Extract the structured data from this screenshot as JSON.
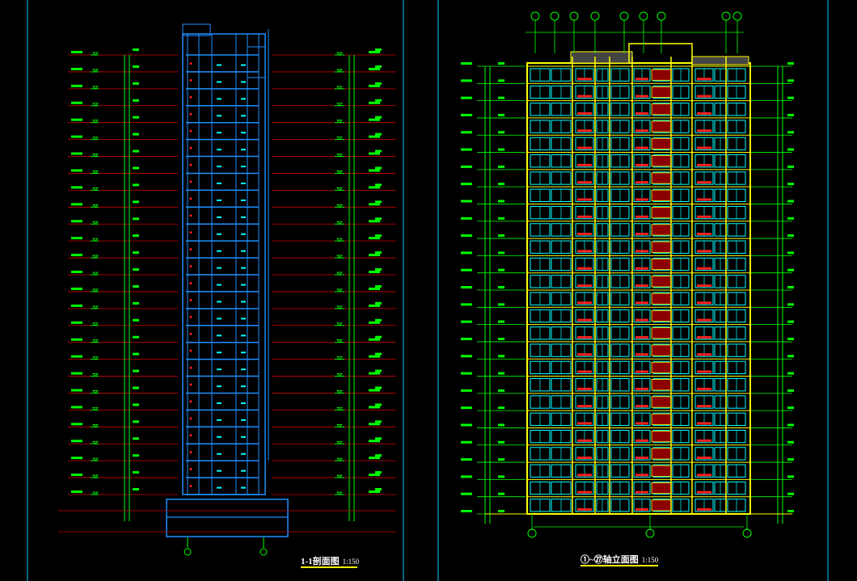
{
  "drawing": {
    "section_title": "1-1剖面图",
    "section_scale": "1:150",
    "elevation_title": "①~㉗轴立面图",
    "elevation_scale": "1:150",
    "floor_count": 26,
    "colors": {
      "background": "#000000",
      "frame": "#00ccff",
      "dimension": "#00ff00",
      "floor_line": "#cc0000",
      "structure": "#1e90ff",
      "window": "#00ffff",
      "wall": "#ffff00",
      "accent": "#ff2020",
      "text": "#ffffff"
    }
  }
}
